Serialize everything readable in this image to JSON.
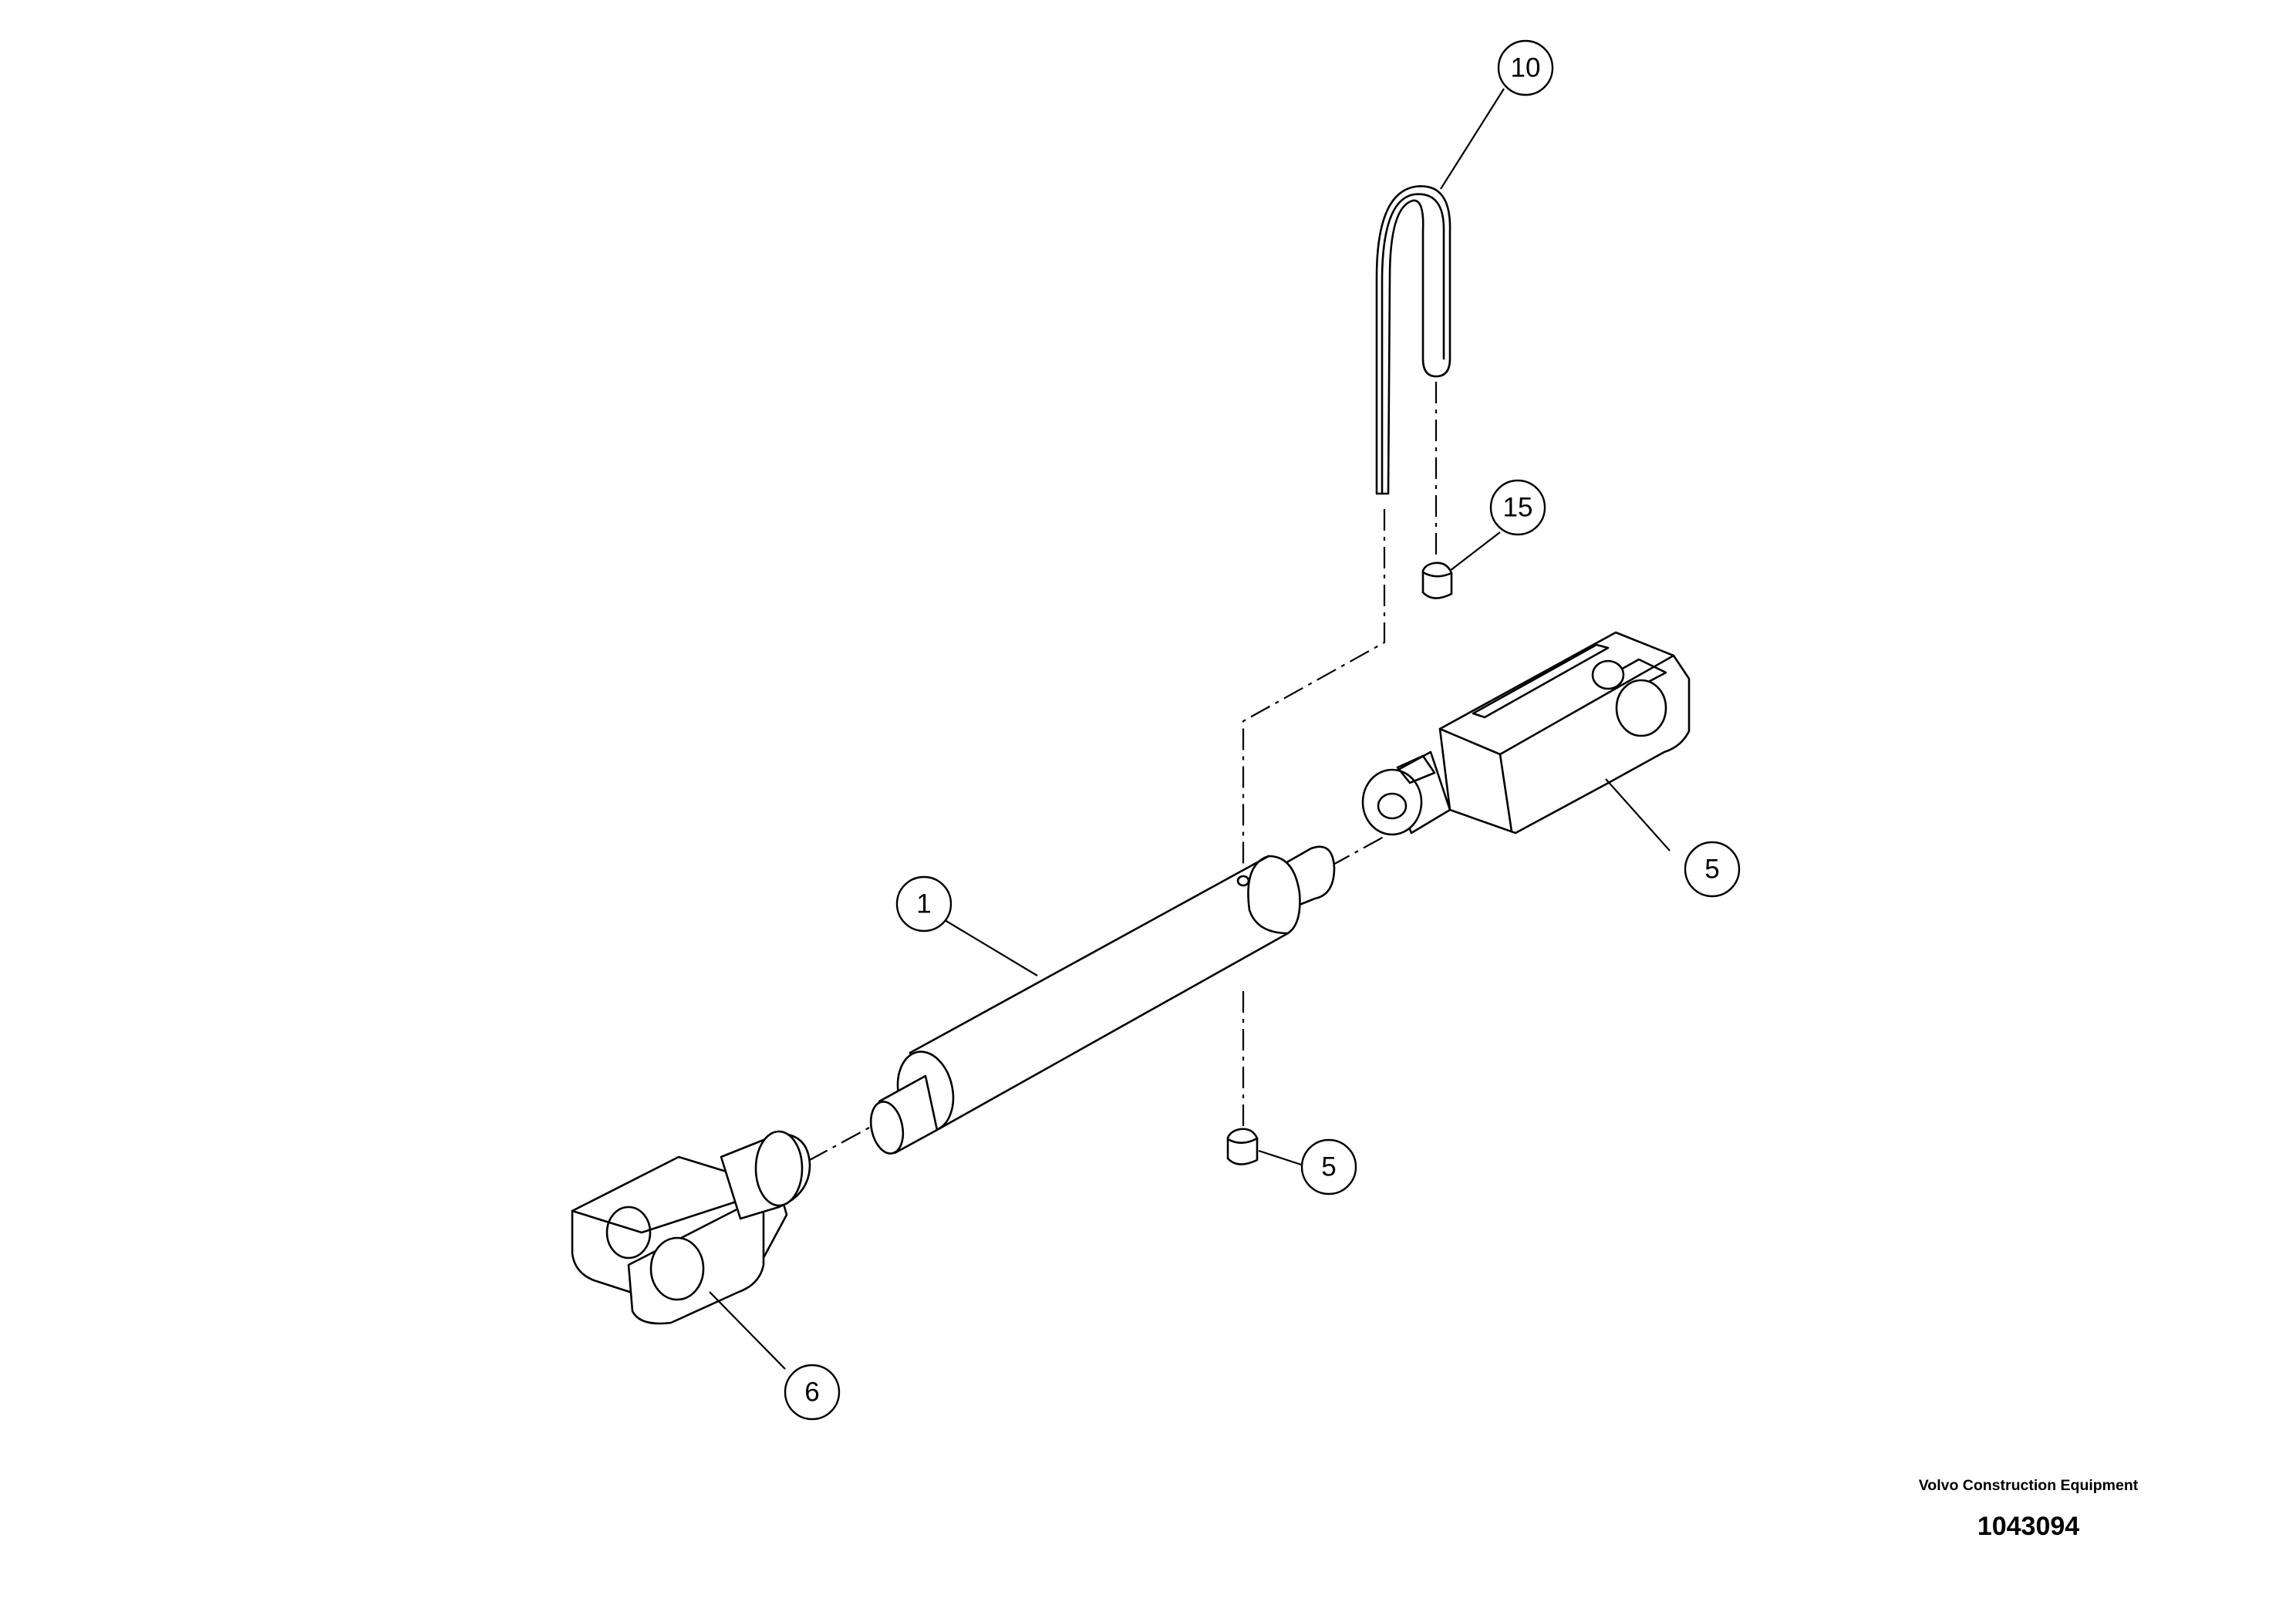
{
  "callouts": {
    "pin_clip": "10",
    "bushing_top": "15",
    "clevis_right": "5",
    "rod": "1",
    "bushing_bottom": "5",
    "clevis_left": "6"
  },
  "title_block": {
    "company": "Volvo Construction Equipment",
    "drawing_number": "1043094"
  }
}
